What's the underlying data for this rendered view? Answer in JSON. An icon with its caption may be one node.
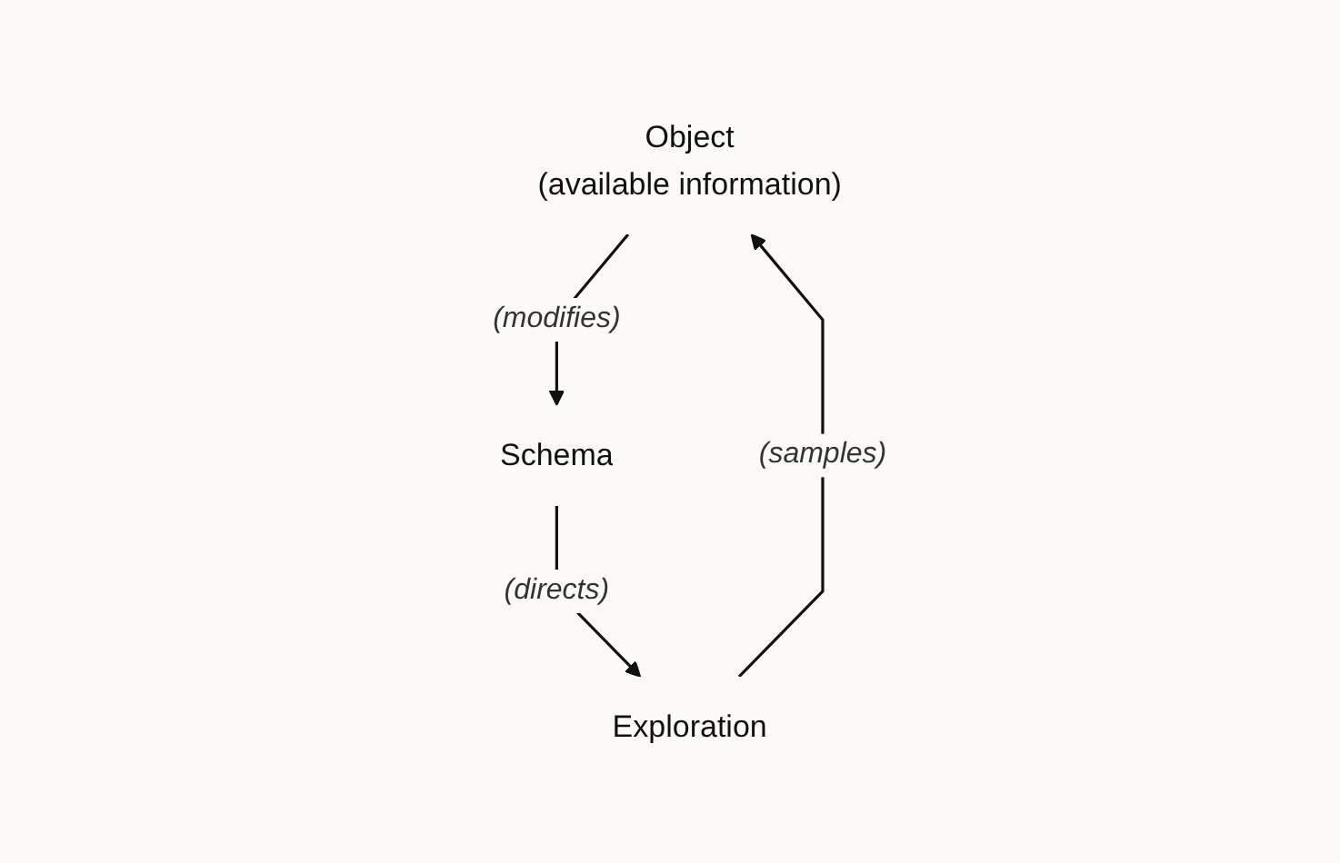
{
  "diagram": {
    "nodes": [
      {
        "text": [
          "Object",
          "(available information)"
        ]
      },
      {
        "text": [
          "Schema"
        ]
      },
      {
        "text": [
          "Exploration"
        ]
      }
    ],
    "edges": [
      {
        "from": 0,
        "to": 1,
        "arrow": "to",
        "label": "(modifies)"
      },
      {
        "from": 1,
        "to": 2,
        "arrow": "to",
        "label": "(directs)"
      },
      {
        "from": 2,
        "to": 0,
        "arrow": "to",
        "label": "(samples)"
      }
    ]
  }
}
